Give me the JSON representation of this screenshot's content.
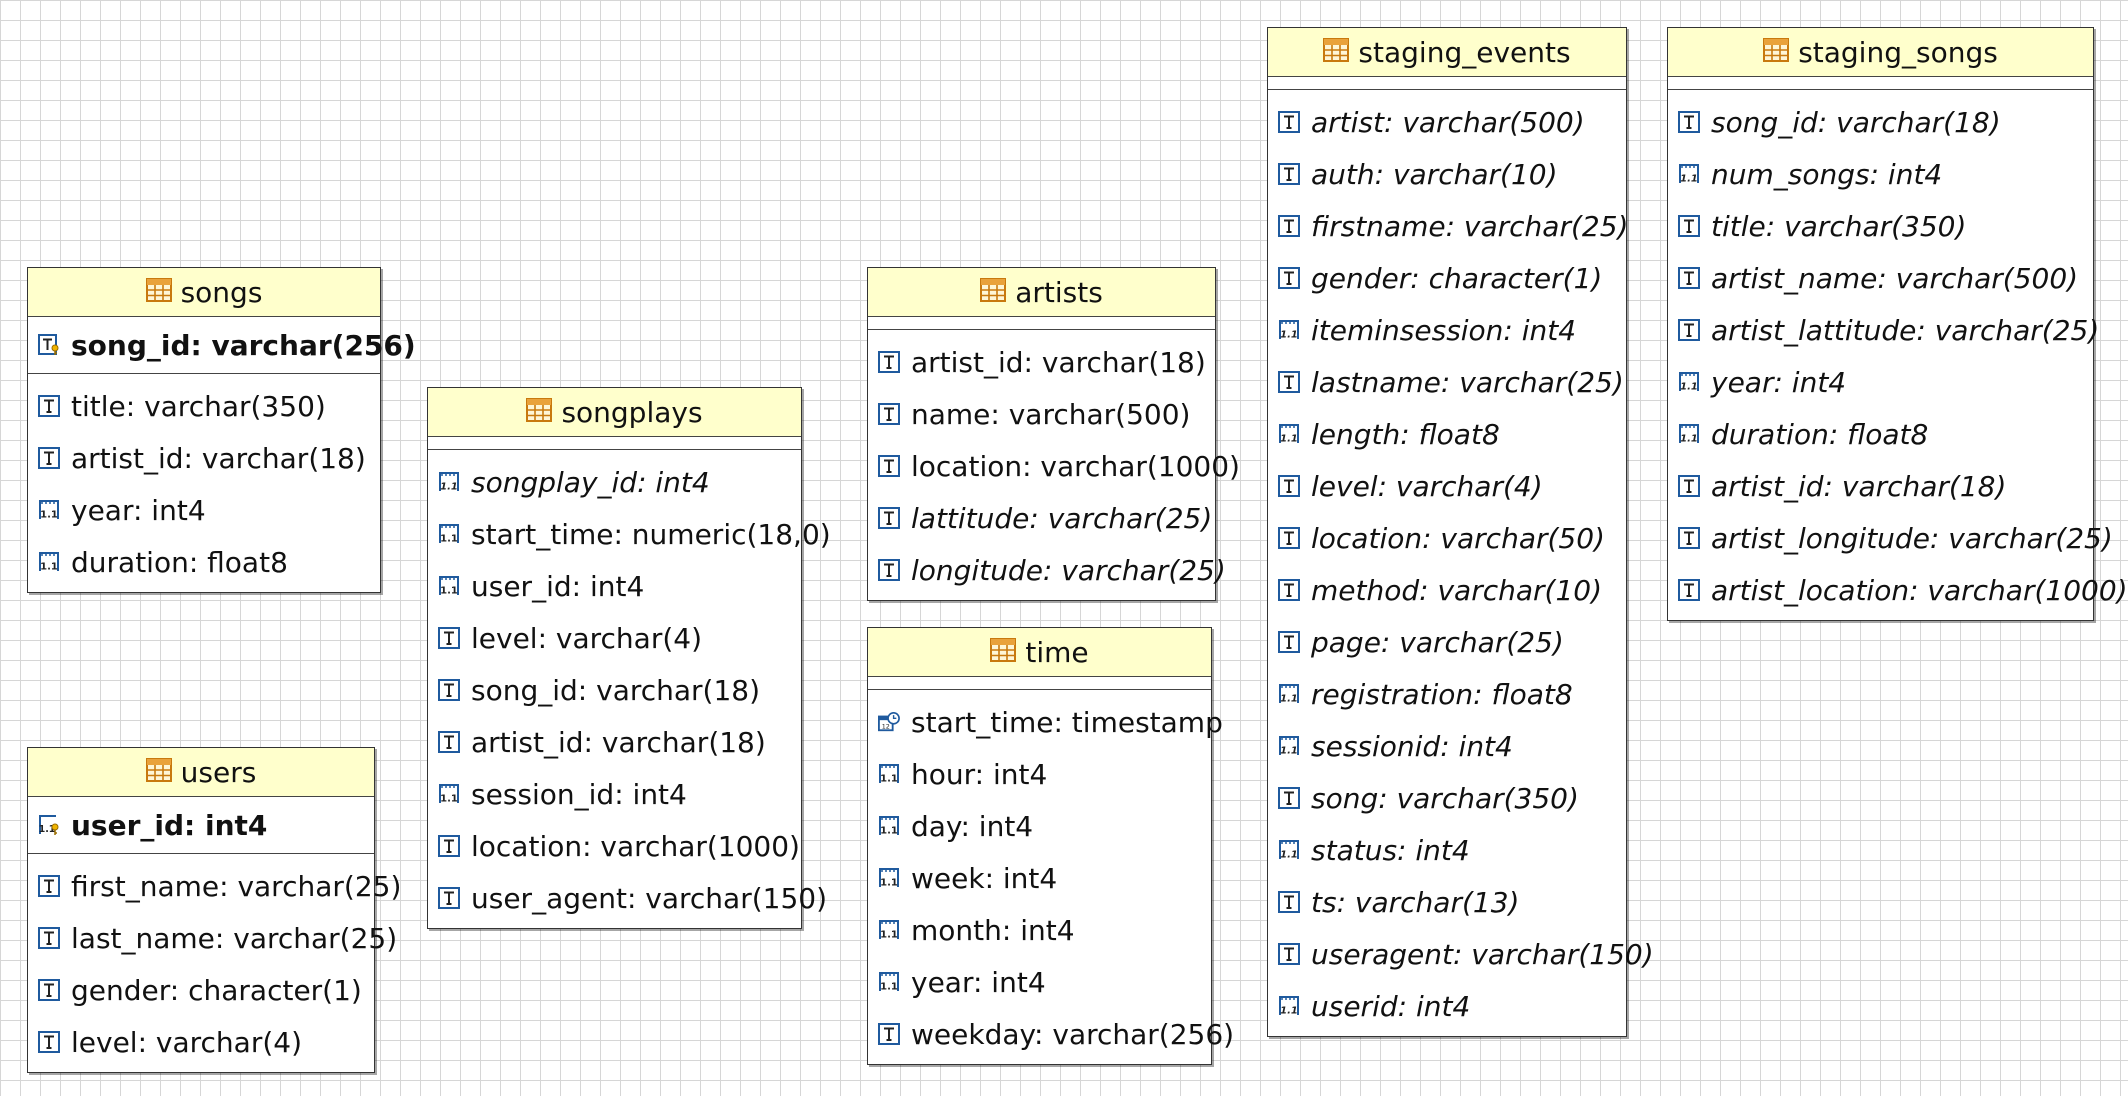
{
  "entities": [
    {
      "key": "songs",
      "title": "songs",
      "pk": [
        {
          "text": "song_id: varchar(256)",
          "icon": "text-key",
          "italic": false
        }
      ],
      "attrs": [
        {
          "text": "title: varchar(350)",
          "icon": "text",
          "italic": false
        },
        {
          "text": "artist_id: varchar(18)",
          "icon": "text",
          "italic": false
        },
        {
          "text": "year: int4",
          "icon": "number",
          "italic": false
        },
        {
          "text": "duration: float8",
          "icon": "number",
          "italic": false
        }
      ]
    },
    {
      "key": "users",
      "title": "users",
      "pk": [
        {
          "text": "user_id: int4",
          "icon": "number-key",
          "italic": false
        }
      ],
      "attrs": [
        {
          "text": "first_name: varchar(25)",
          "icon": "text",
          "italic": false
        },
        {
          "text": "last_name: varchar(25)",
          "icon": "text",
          "italic": false
        },
        {
          "text": "gender: character(1)",
          "icon": "text",
          "italic": false
        },
        {
          "text": "level: varchar(4)",
          "icon": "text",
          "italic": false
        }
      ]
    },
    {
      "key": "songplays",
      "title": "songplays",
      "pk": [],
      "attrs": [
        {
          "text": "songplay_id: int4",
          "icon": "number",
          "italic": true
        },
        {
          "text": "start_time: numeric(18,0)",
          "icon": "number",
          "italic": false
        },
        {
          "text": "user_id: int4",
          "icon": "number",
          "italic": false
        },
        {
          "text": "level: varchar(4)",
          "icon": "text",
          "italic": false
        },
        {
          "text": "song_id: varchar(18)",
          "icon": "text",
          "italic": false
        },
        {
          "text": "artist_id: varchar(18)",
          "icon": "text",
          "italic": false
        },
        {
          "text": "session_id: int4",
          "icon": "number",
          "italic": false
        },
        {
          "text": "location: varchar(1000)",
          "icon": "text",
          "italic": false
        },
        {
          "text": "user_agent: varchar(150)",
          "icon": "text",
          "italic": false
        }
      ]
    },
    {
      "key": "artists",
      "title": "artists",
      "pk": [],
      "attrs": [
        {
          "text": "artist_id: varchar(18)",
          "icon": "text",
          "italic": false
        },
        {
          "text": "name: varchar(500)",
          "icon": "text",
          "italic": false
        },
        {
          "text": "location: varchar(1000)",
          "icon": "text",
          "italic": false
        },
        {
          "text": "lattitude: varchar(25)",
          "icon": "text",
          "italic": true
        },
        {
          "text": "longitude: varchar(25)",
          "icon": "text",
          "italic": true
        }
      ]
    },
    {
      "key": "time",
      "title": "time",
      "pk": [],
      "attrs": [
        {
          "text": "start_time: timestamp",
          "icon": "datetime",
          "italic": false
        },
        {
          "text": "hour: int4",
          "icon": "number",
          "italic": false
        },
        {
          "text": "day: int4",
          "icon": "number",
          "italic": false
        },
        {
          "text": "week: int4",
          "icon": "number",
          "italic": false
        },
        {
          "text": "month: int4",
          "icon": "number",
          "italic": false
        },
        {
          "text": "year: int4",
          "icon": "number",
          "italic": false
        },
        {
          "text": "weekday: varchar(256)",
          "icon": "text",
          "italic": false
        }
      ]
    },
    {
      "key": "staging_events",
      "title": "staging_events",
      "pk": [],
      "attrs": [
        {
          "text": "artist: varchar(500)",
          "icon": "text",
          "italic": true
        },
        {
          "text": "auth: varchar(10)",
          "icon": "text",
          "italic": true
        },
        {
          "text": "firstname: varchar(25)",
          "icon": "text",
          "italic": true
        },
        {
          "text": "gender: character(1)",
          "icon": "text",
          "italic": true
        },
        {
          "text": "iteminsession: int4",
          "icon": "number",
          "italic": true
        },
        {
          "text": "lastname: varchar(25)",
          "icon": "text",
          "italic": true
        },
        {
          "text": "length: float8",
          "icon": "number",
          "italic": true
        },
        {
          "text": "level: varchar(4)",
          "icon": "text",
          "italic": true
        },
        {
          "text": "location: varchar(50)",
          "icon": "text",
          "italic": true
        },
        {
          "text": "method: varchar(10)",
          "icon": "text",
          "italic": true
        },
        {
          "text": "page: varchar(25)",
          "icon": "text",
          "italic": true
        },
        {
          "text": "registration: float8",
          "icon": "number",
          "italic": true
        },
        {
          "text": "sessionid: int4",
          "icon": "number",
          "italic": true
        },
        {
          "text": "song: varchar(350)",
          "icon": "text",
          "italic": true
        },
        {
          "text": "status: int4",
          "icon": "number",
          "italic": true
        },
        {
          "text": "ts: varchar(13)",
          "icon": "text",
          "italic": true
        },
        {
          "text": "useragent: varchar(150)",
          "icon": "text",
          "italic": true
        },
        {
          "text": "userid: int4",
          "icon": "number",
          "italic": true
        }
      ]
    },
    {
      "key": "staging_songs",
      "title": "staging_songs",
      "pk": [],
      "attrs": [
        {
          "text": "song_id: varchar(18)",
          "icon": "text",
          "italic": true
        },
        {
          "text": "num_songs: int4",
          "icon": "number",
          "italic": true
        },
        {
          "text": "title: varchar(350)",
          "icon": "text",
          "italic": true
        },
        {
          "text": "artist_name: varchar(500)",
          "icon": "text",
          "italic": true
        },
        {
          "text": "artist_lattitude: varchar(25)",
          "icon": "text",
          "italic": true
        },
        {
          "text": "year: int4",
          "icon": "number",
          "italic": true
        },
        {
          "text": "duration: float8",
          "icon": "number",
          "italic": true
        },
        {
          "text": "artist_id: varchar(18)",
          "icon": "text",
          "italic": true
        },
        {
          "text": "artist_longitude: varchar(25)",
          "icon": "text",
          "italic": true
        },
        {
          "text": "artist_location: varchar(1000)",
          "icon": "text",
          "italic": true
        }
      ]
    }
  ],
  "colors": {
    "header_bg": "#ffffcc",
    "icon_blue": "#1f5a9e",
    "border": "#333333",
    "grid": "#d6d6d6"
  }
}
